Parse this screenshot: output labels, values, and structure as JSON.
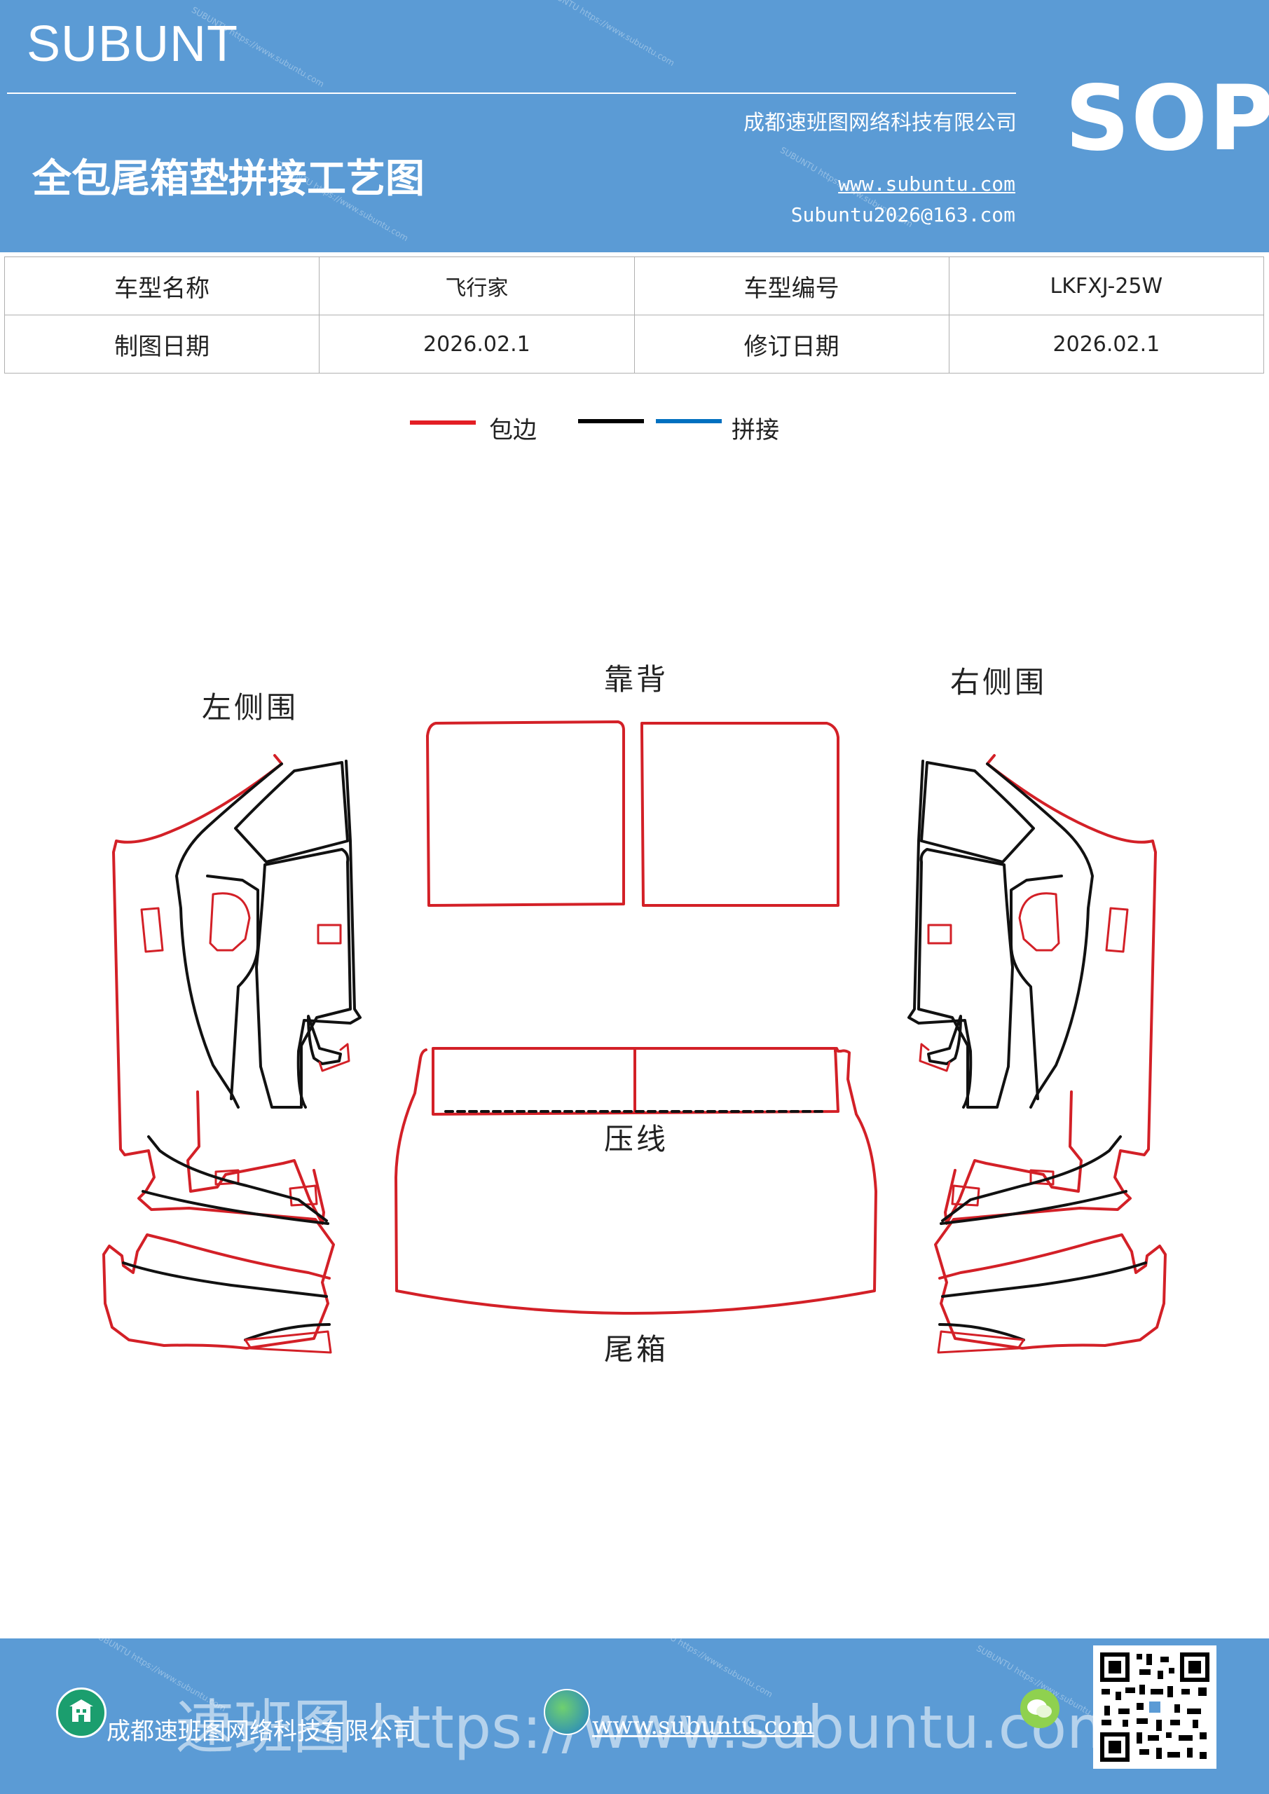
{
  "header": {
    "brand": "SUBUNT",
    "title": "全包尾箱垫拼接工艺图",
    "company": "成都速班图网络科技有限公司",
    "website": "www.subuntu.com",
    "email": "Subuntu2026@163.com",
    "badge": "SOP",
    "background_color": "#5b9bd5"
  },
  "info_table": {
    "row1": {
      "label1": "车型名称",
      "value1": "飞行家",
      "label2": "车型编号",
      "value2": "LKFXJ-25W"
    },
    "row2": {
      "label1": "制图日期",
      "value1": "2026.02.1",
      "label2": "修订日期",
      "value2": "2026.02.1"
    }
  },
  "legend": {
    "edge_label": "包边",
    "seam_label": "拼接",
    "edge_color": "#e31e24",
    "black_color": "#000000",
    "seam_color": "#0070c0"
  },
  "diagram": {
    "left_side": "左侧围",
    "backrest": "靠背",
    "right_side": "右侧围",
    "crease": "压线",
    "trunk": "尾箱"
  },
  "footer": {
    "company": "成都速班图网络科技有限公司",
    "website": "www.subuntu.com",
    "watermark": "速班图 https://www.subuntu.com",
    "icons": [
      "building-icon",
      "globe-icon",
      "wechat-icon",
      "qr-code-icon"
    ]
  }
}
